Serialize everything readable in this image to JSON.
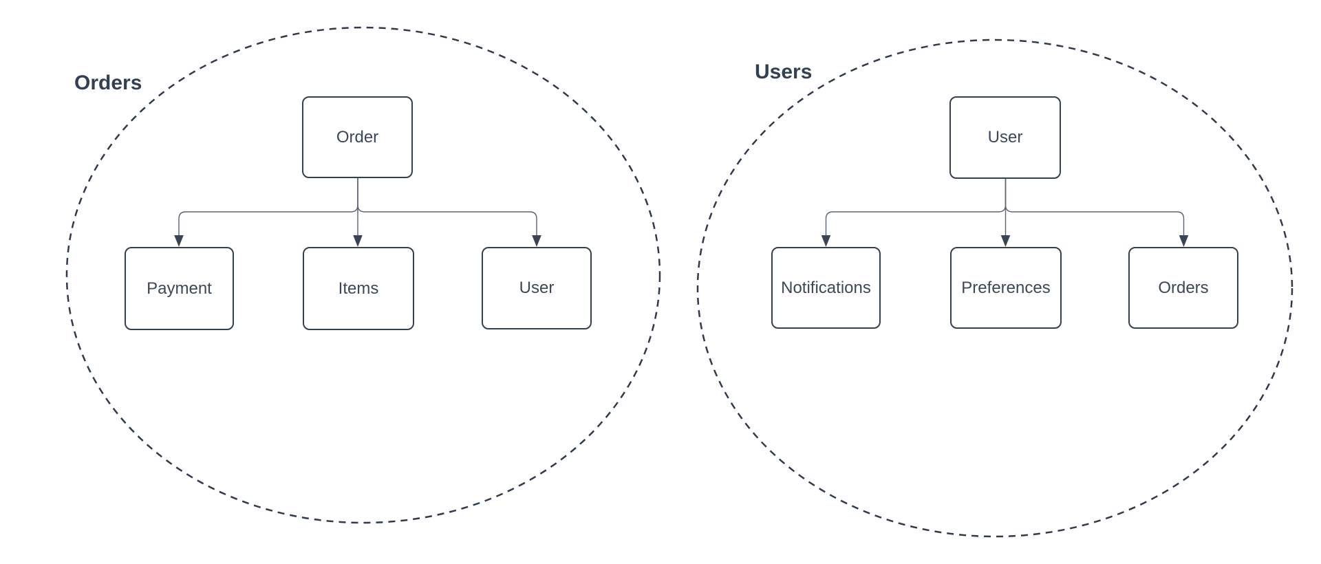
{
  "diagram": {
    "type": "grouped-tree-diagram",
    "groups": [
      {
        "label": "Orders",
        "boundary": "dashed-ellipse",
        "root": {
          "label": "Order"
        },
        "children": [
          {
            "label": "Payment"
          },
          {
            "label": "Items"
          },
          {
            "label": "User"
          }
        ]
      },
      {
        "label": "Users",
        "boundary": "dashed-ellipse",
        "root": {
          "label": "User"
        },
        "children": [
          {
            "label": "Notifications"
          },
          {
            "label": "Preferences"
          },
          {
            "label": "Orders"
          }
        ]
      }
    ],
    "colors": {
      "background": "#ffffff",
      "node_fill": "#ffffff",
      "node_border": "#33404f",
      "node_text": "#3c4858",
      "group_label_text": "#33404f",
      "boundary_stroke": "#2f3b4d",
      "edge_stroke": "#5b6472",
      "arrowhead_fill": "#3b4455"
    }
  }
}
